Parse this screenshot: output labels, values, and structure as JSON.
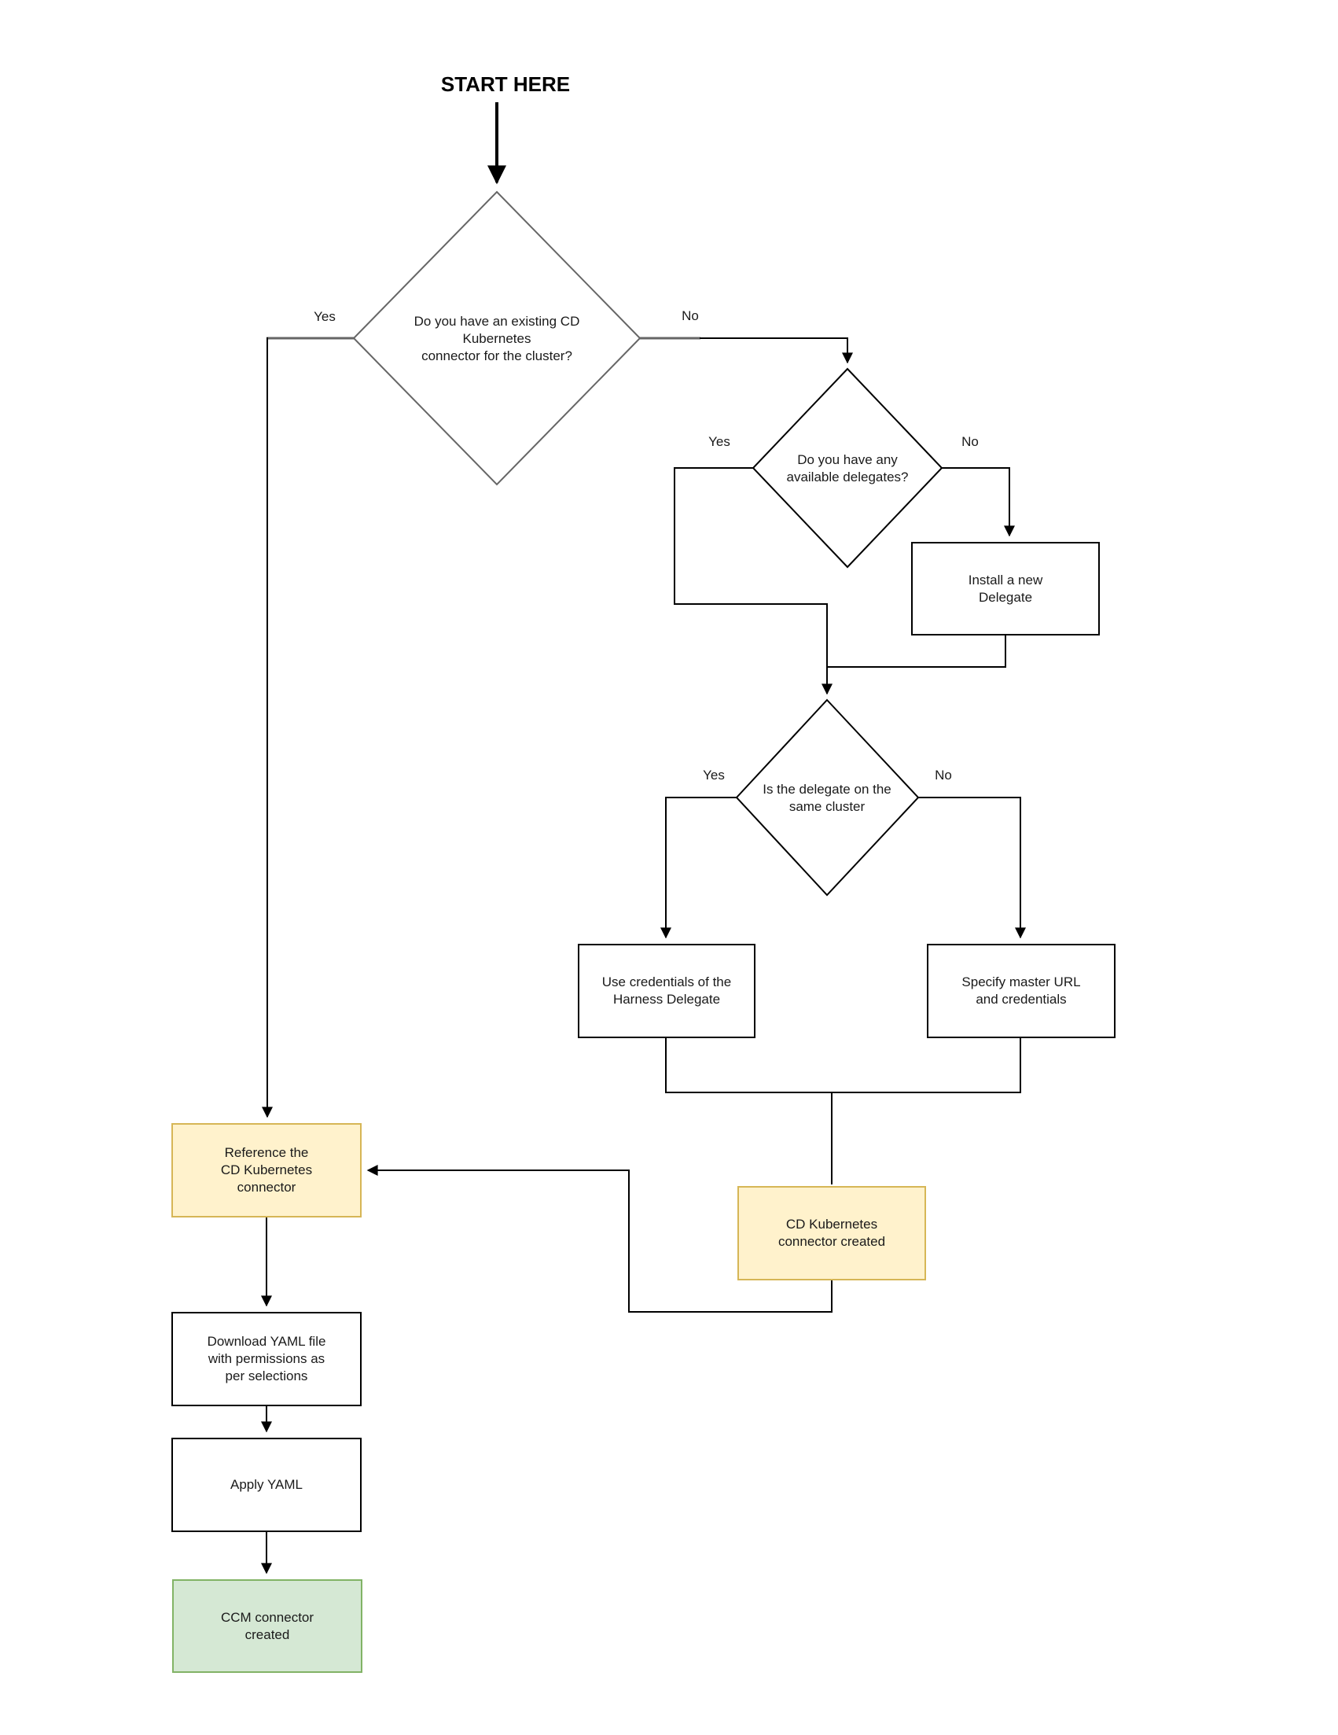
{
  "start_label": "START HERE",
  "decisions": {
    "existing_connector": {
      "text": "Do you have an existing CD\nKubernetes\nconnector for the cluster?",
      "yes": "Yes",
      "no": "No"
    },
    "available_delegates": {
      "text": "Do you have any\navailable delegates?",
      "yes": "Yes",
      "no": "No"
    },
    "same_cluster": {
      "text": "Is the delegate on the\nsame cluster",
      "yes": "Yes",
      "no": "No"
    }
  },
  "processes": {
    "install_delegate": "Install a new\nDelegate",
    "use_credentials": "Use credentials of the\nHarness Delegate",
    "specify_master": "Specify master URL\nand credentials",
    "cd_connector_created": "CD Kubernetes\nconnector created",
    "reference_connector": "Reference the\nCD Kubernetes\nconnector",
    "download_yaml": "Download YAML file\nwith permissions as\nper selections",
    "apply_yaml": "Apply YAML",
    "ccm_connector_created": "CCM connector\ncreated"
  },
  "colors": {
    "yellow_fill": "#fff2cc",
    "yellow_border": "#d6b656",
    "green_fill": "#d5e8d4",
    "green_border": "#82b366",
    "gray_line": "#666666",
    "black_line": "#000000"
  }
}
